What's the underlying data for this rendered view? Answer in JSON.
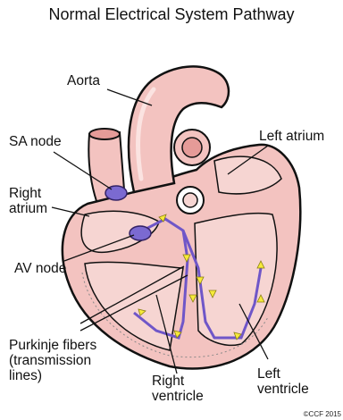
{
  "title": "Normal Electrical System Pathway",
  "labels": {
    "aorta": "Aorta",
    "sa_node": "SA node",
    "right_atrium": "Right\natrium",
    "left_atrium": "Left atrium",
    "av_node": "AV node",
    "purkinje": "Purkinje fibers\n(transmission\nlines)",
    "right_ventricle": "Right\nventricle",
    "left_ventricle": "Left\nventricle"
  },
  "copyright": "©CCF 2015",
  "colors": {
    "heart_pink": "#f3c3c0",
    "heart_dark_pink": "#e59b98",
    "node_purple": "#7b6ad1",
    "pathway_purple": "#6f56c8",
    "arrow_yellow": "#f6ea3a"
  }
}
